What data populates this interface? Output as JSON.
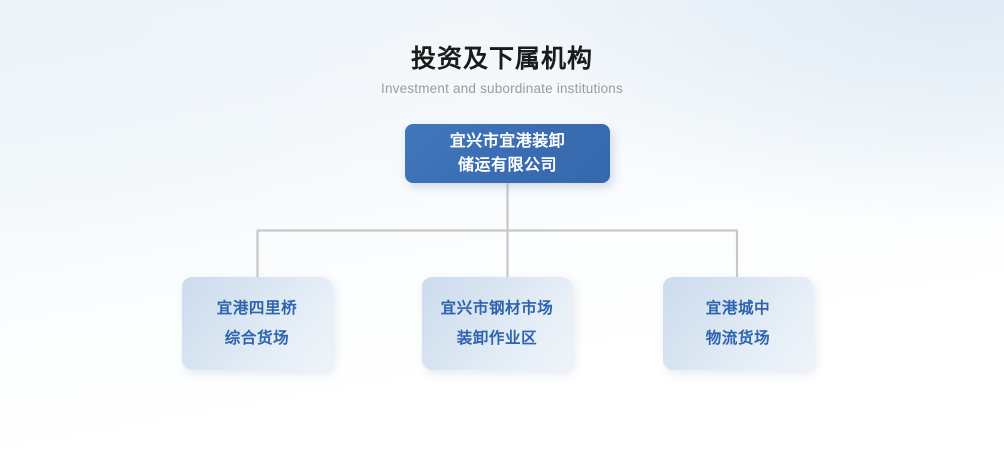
{
  "header": {
    "title_cn": "投资及下属机构",
    "title_en": "Investment and subordinate institutions"
  },
  "colors": {
    "root_fill": "#3a6cb2",
    "root_text": "#ffffff",
    "child_fill": "#d6e3f0",
    "child_text": "#2e63ad",
    "connector": "#c8c8c8",
    "title_cn_color": "#1b1b1b",
    "title_en_color": "#9b9b9b",
    "background_top_left": "#eef5fa",
    "background_top_right": "#dce9f4",
    "background_bottom": "#ffffff"
  },
  "org_chart": {
    "root": {
      "line1": "宜兴市宜港装卸",
      "line2": "储运有限公司"
    },
    "children": [
      {
        "line1": "宜港四里桥",
        "line2": "综合货场"
      },
      {
        "line1": "宜兴市钢材市场",
        "line2": "装卸作业区"
      },
      {
        "line1": "宜港城中",
        "line2": "物流货场"
      }
    ]
  }
}
